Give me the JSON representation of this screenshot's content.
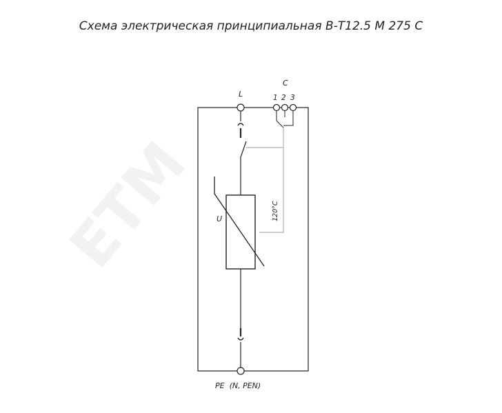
{
  "title": "Схема электрическая принципиальная В-Т12.5 М 275 С",
  "watermark": "ETM",
  "terminals": {
    "line": "L",
    "contact_group": "C",
    "contact_1": "1",
    "contact_2": "2",
    "contact_3": "3",
    "ground": "PE  (N, PEN)"
  },
  "varistor_label": "U",
  "thermal_label": "120°C"
}
